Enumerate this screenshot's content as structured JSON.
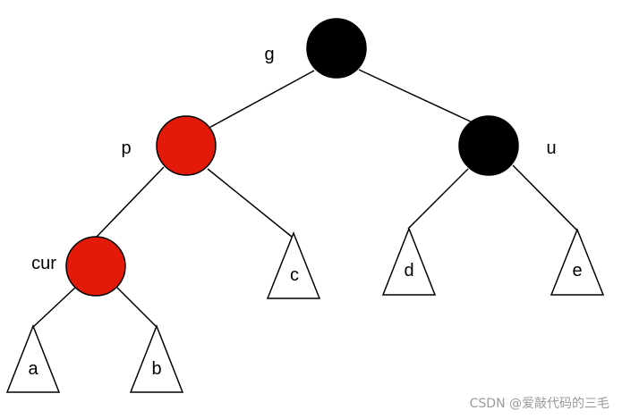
{
  "colors": {
    "black_node": "#000000",
    "red_node": "#e31a09",
    "edge": "#000000",
    "triangle_fill": "#ffffff"
  },
  "nodes": {
    "g": {
      "label": "g",
      "color": "black"
    },
    "p": {
      "label": "p",
      "color": "red"
    },
    "u": {
      "label": "u",
      "color": "black"
    },
    "cur": {
      "label": "cur",
      "color": "red"
    }
  },
  "subtrees": {
    "a": {
      "label": "a"
    },
    "b": {
      "label": "b"
    },
    "c": {
      "label": "c"
    },
    "d": {
      "label": "d"
    },
    "e": {
      "label": "e"
    }
  },
  "watermark": "CSDN @爱敲代码的三毛"
}
